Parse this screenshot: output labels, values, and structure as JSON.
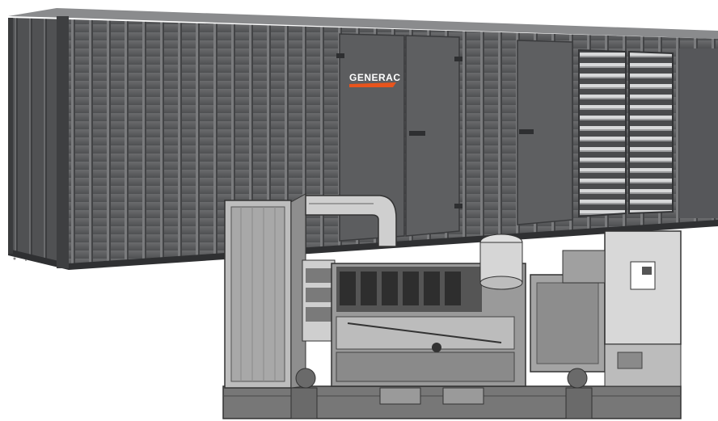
{
  "product": {
    "brand_name": "GENERAC",
    "brand_color": "#e8541c"
  },
  "colors": {
    "enclosure_body": "#5a5b5d",
    "enclosure_dark": "#3b3c3e",
    "enclosure_light": "#7a7b7d",
    "engine_body": "#8f8f8f",
    "engine_dark": "#3a3a3a",
    "engine_light": "#d6d6d6",
    "skid_base": "#6e6e6e"
  },
  "components": {
    "enclosure": "container-enclosure",
    "doors": [
      "left-door",
      "center-door",
      "right-door"
    ],
    "louvers": [
      "louver-left",
      "louver-right"
    ],
    "engine": "diesel-engine",
    "radiator": "radiator",
    "exhaust": "exhaust-pipe",
    "air_filter": "air-filter",
    "alternator": "alternator",
    "control_box": "control-cabinet",
    "base": "skid-base"
  }
}
